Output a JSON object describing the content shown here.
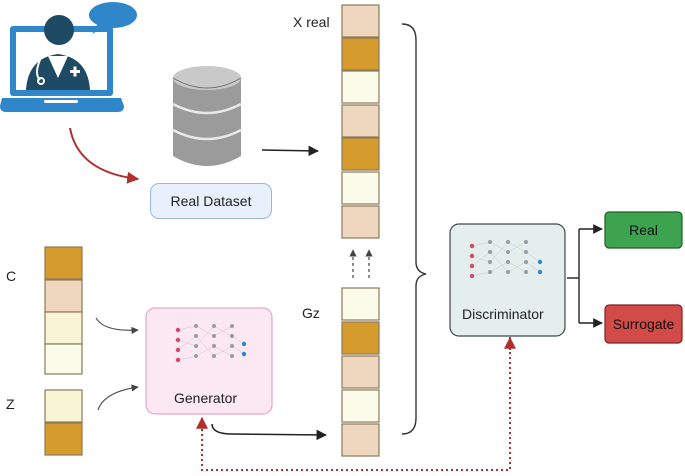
{
  "labels": {
    "real_dataset": "Real Dataset",
    "x_real": "X real",
    "gz": "Gz",
    "c": "C",
    "z": "Z",
    "generator": "Generator",
    "discriminator": "Discriminator",
    "real": "Real",
    "surrogate": "Surrogate"
  },
  "icons": {
    "doctor_laptop": "doctor-laptop-icon",
    "database": "database-icon",
    "neural_net": "neural-network-icon"
  },
  "colors": {
    "tan": "#efd7bf",
    "gold": "#d69b2d",
    "cream": "#f8f4d6",
    "pale": "#fafbe9",
    "real_green": "#3ea34e",
    "surrogate_red": "#d24b49",
    "dataset_blue": "#e8f0fb",
    "generator_pink": "#fbe8f2",
    "discriminator_teal": "#e4efed",
    "arrow_red": "#b0302e"
  }
}
